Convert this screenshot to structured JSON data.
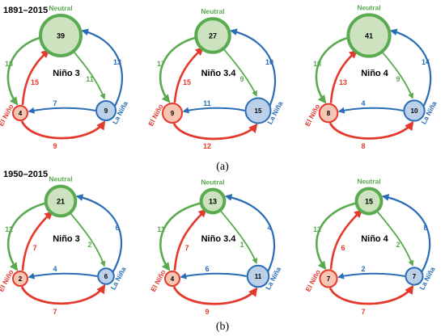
{
  "colors": {
    "neutral": "#5aaa4f",
    "neutral_fill": "#cde3bf",
    "el_nino": "#e4392c",
    "el_nino_fill": "#f6c6b2",
    "la_nina": "#2a6db5",
    "la_nina_fill": "#bcd0ea"
  },
  "labels": {
    "neutral": "Neutral",
    "el_nino": "El Niño",
    "la_nina": "La Niña"
  },
  "rows": [
    {
      "period": "1891–2015",
      "panel_label": "(a)",
      "diagrams": [
        {
          "region": "Niño 3",
          "counts": {
            "neutral": 39,
            "el_nino": 4,
            "la_nina": 9
          },
          "transitions": {
            "neutral_to_el_nino": 18,
            "el_nino_to_neutral": 15,
            "neutral_to_la_nina": 11,
            "la_nina_to_neutral": 13,
            "la_nina_to_el_nino": 7,
            "el_nino_to_la_nina": 9
          }
        },
        {
          "region": "Niño 3.4",
          "counts": {
            "neutral": 27,
            "el_nino": 9,
            "la_nina": 15
          },
          "transitions": {
            "neutral_to_el_nino": 17,
            "el_nino_to_neutral": 15,
            "neutral_to_la_nina": 9,
            "la_nina_to_neutral": 10,
            "la_nina_to_el_nino": 11,
            "el_nino_to_la_nina": 12
          }
        },
        {
          "region": "Niño 4",
          "counts": {
            "neutral": 41,
            "el_nino": 8,
            "la_nina": 10
          },
          "transitions": {
            "neutral_to_el_nino": 18,
            "el_nino_to_neutral": 13,
            "neutral_to_la_nina": 9,
            "la_nina_to_neutral": 14,
            "la_nina_to_el_nino": 4,
            "el_nino_to_la_nina": 8
          }
        }
      ]
    },
    {
      "period": "1950–2015",
      "panel_label": "(b)",
      "diagrams": [
        {
          "region": "Niño 3",
          "counts": {
            "neutral": 21,
            "el_nino": 2,
            "la_nina": 6
          },
          "transitions": {
            "neutral_to_el_nino": 11,
            "el_nino_to_neutral": 7,
            "neutral_to_la_nina": 2,
            "la_nina_to_neutral": 6,
            "la_nina_to_el_nino": 4,
            "el_nino_to_la_nina": 7
          }
        },
        {
          "region": "Niño 3.4",
          "counts": {
            "neutral": 13,
            "el_nino": 4,
            "la_nina": 11
          },
          "transitions": {
            "neutral_to_el_nino": 11,
            "el_nino_to_neutral": 7,
            "neutral_to_la_nina": 1,
            "la_nina_to_neutral": 4,
            "la_nina_to_el_nino": 6,
            "el_nino_to_la_nina": 9
          }
        },
        {
          "region": "Niño 4",
          "counts": {
            "neutral": 15,
            "el_nino": 7,
            "la_nina": 7
          },
          "transitions": {
            "neutral_to_el_nino": 12,
            "el_nino_to_neutral": 6,
            "neutral_to_la_nina": 2,
            "la_nina_to_neutral": 8,
            "la_nina_to_el_nino": 2,
            "el_nino_to_la_nina": 7
          }
        }
      ]
    }
  ]
}
